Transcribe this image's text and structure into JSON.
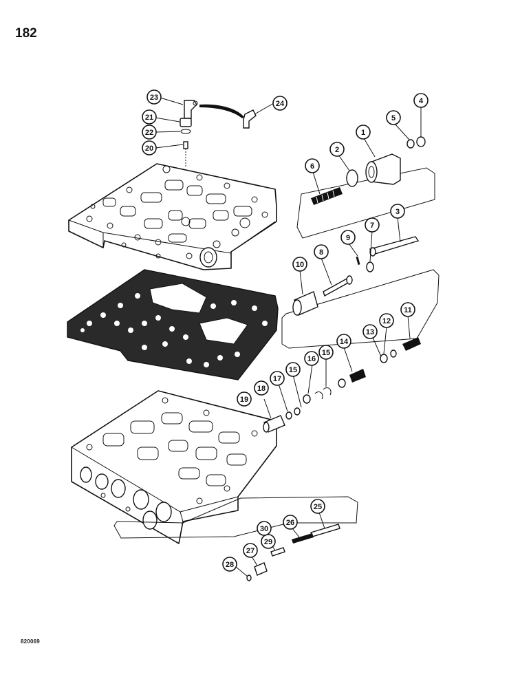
{
  "page": {
    "number": "182",
    "figure_code": "820069"
  },
  "callouts": [
    "1",
    "2",
    "3",
    "4",
    "5",
    "6",
    "7",
    "8",
    "9",
    "10",
    "11",
    "12",
    "13",
    "14",
    "15",
    "15",
    "16",
    "17",
    "18",
    "19",
    "20",
    "21",
    "22",
    "23",
    "24",
    "25",
    "26",
    "27",
    "28",
    "29",
    "30"
  ]
}
